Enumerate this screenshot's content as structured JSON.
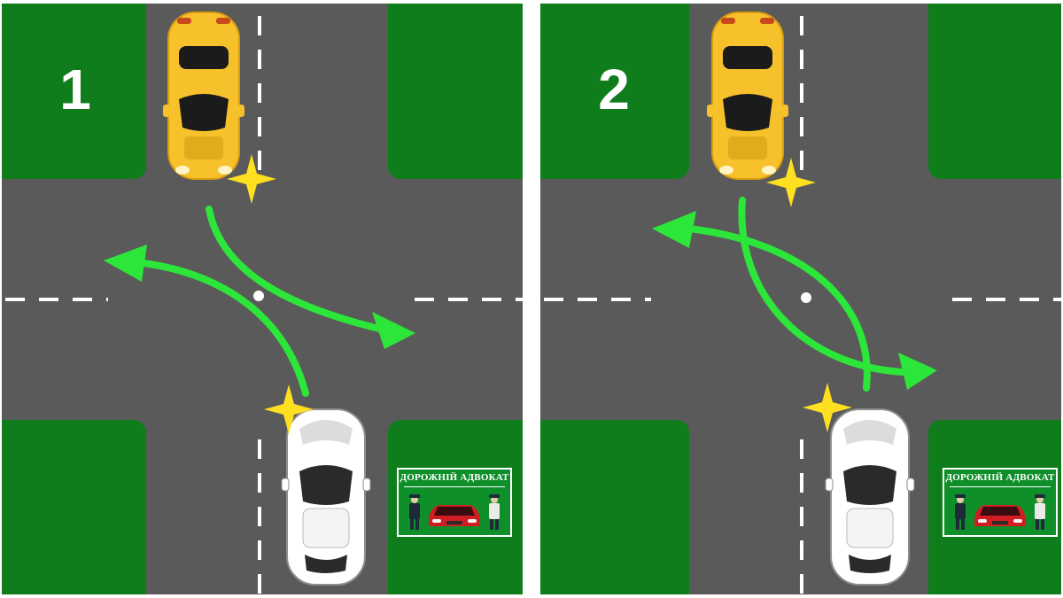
{
  "colors": {
    "road": "#5a5a5a",
    "grass": "#0f7d1c",
    "arrow": "#2de63a",
    "marking": "#ffffff",
    "star": "#ffe020",
    "yellow_car": "#f7c12c",
    "white_car": "#ffffff",
    "logo_bg": "#0f8f2a",
    "logo_car": "#d01c22"
  },
  "panels": [
    {
      "number": "1",
      "maneuver": "turn-in-front"
    },
    {
      "number": "2",
      "maneuver": "turn-behind"
    }
  ],
  "logo": {
    "title": "ДОРОЖНІЙ АДВОКАТ",
    "icons": [
      "police-officer-icon",
      "red-car-icon",
      "police-officer-icon"
    ]
  },
  "icons": {
    "yellow_car": "yellow-car-icon",
    "white_car": "white-car-icon",
    "star": "star-icon",
    "arrow": "arrow-icon"
  }
}
